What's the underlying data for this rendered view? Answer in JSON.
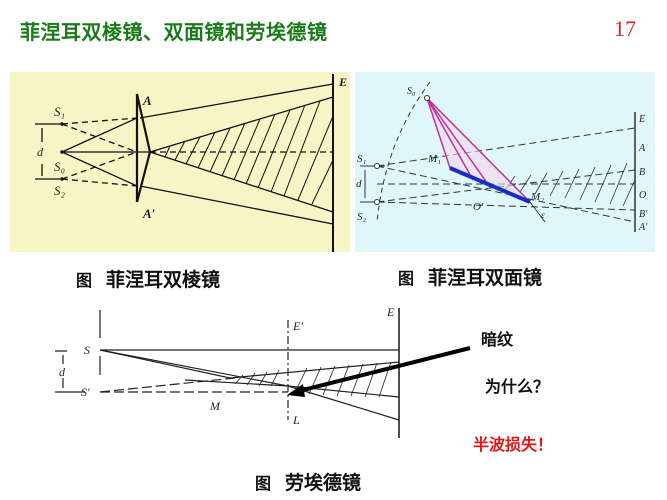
{
  "header": {
    "title": "菲涅耳双棱镜、双面镜和劳埃德镜",
    "page_number": "17",
    "title_color": "#1a7a1a",
    "page_number_color": "#cc2a2a"
  },
  "figures": [
    {
      "id": "biprism",
      "caption_prefix": "图",
      "caption": "菲涅耳双棱镜",
      "background": "#f7f5c6",
      "labels": {
        "s1": "S₁",
        "s0": "S₀",
        "s2": "S₂",
        "d": "d",
        "a": "A",
        "a_prime": "A′",
        "e": "E"
      }
    },
    {
      "id": "double-mirror",
      "caption_prefix": "图",
      "caption": "菲涅耳双面镜",
      "background": "#dff7fb",
      "labels": {
        "s0": "S₀",
        "s1": "S₁",
        "s2": "S₂",
        "d": "d",
        "m1": "M₁",
        "m2": "M₂",
        "o_prime": "O′",
        "epsilon": "ε",
        "e": "E",
        "a": "A",
        "b": "B",
        "o": "O",
        "b_prime": "B′",
        "a_prime": "A′"
      },
      "colors": {
        "rays": "#c0309a",
        "mirror": "#1a2fc0"
      }
    },
    {
      "id": "lloyd-mirror",
      "caption_prefix": "图",
      "caption": "劳埃德镜",
      "background": "#ffffff",
      "labels": {
        "s": "S",
        "s_prime": "S′",
        "d": "d",
        "m": "M",
        "e_prime": "E′",
        "l": "L",
        "e": "E"
      }
    }
  ],
  "annotations": {
    "dark_fringe": "暗纹",
    "question": "为什么？",
    "answer": "半波损失！",
    "answer_color": "#e01515"
  }
}
